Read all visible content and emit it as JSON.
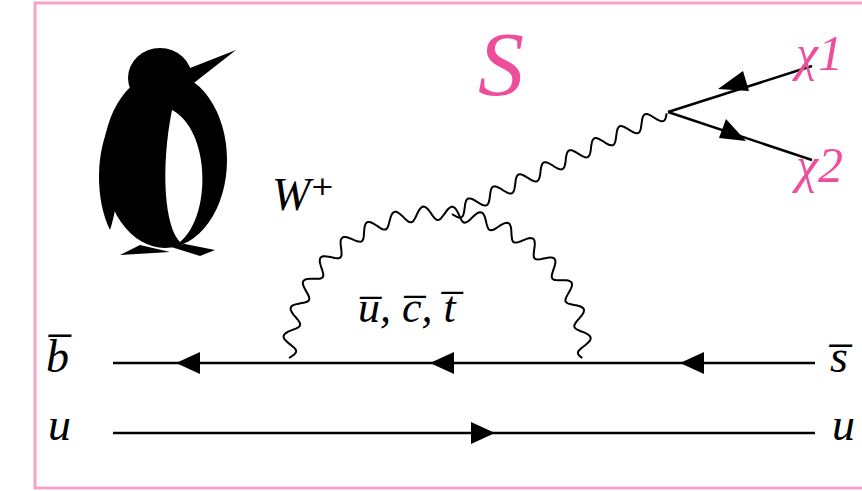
{
  "diagram": {
    "labels": [
      "S",
      "χ1",
      "χ2",
      "W⁺",
      "u̅, c̅, t̅",
      "b̅",
      "u",
      "s̅",
      "u"
    ]
  }
}
